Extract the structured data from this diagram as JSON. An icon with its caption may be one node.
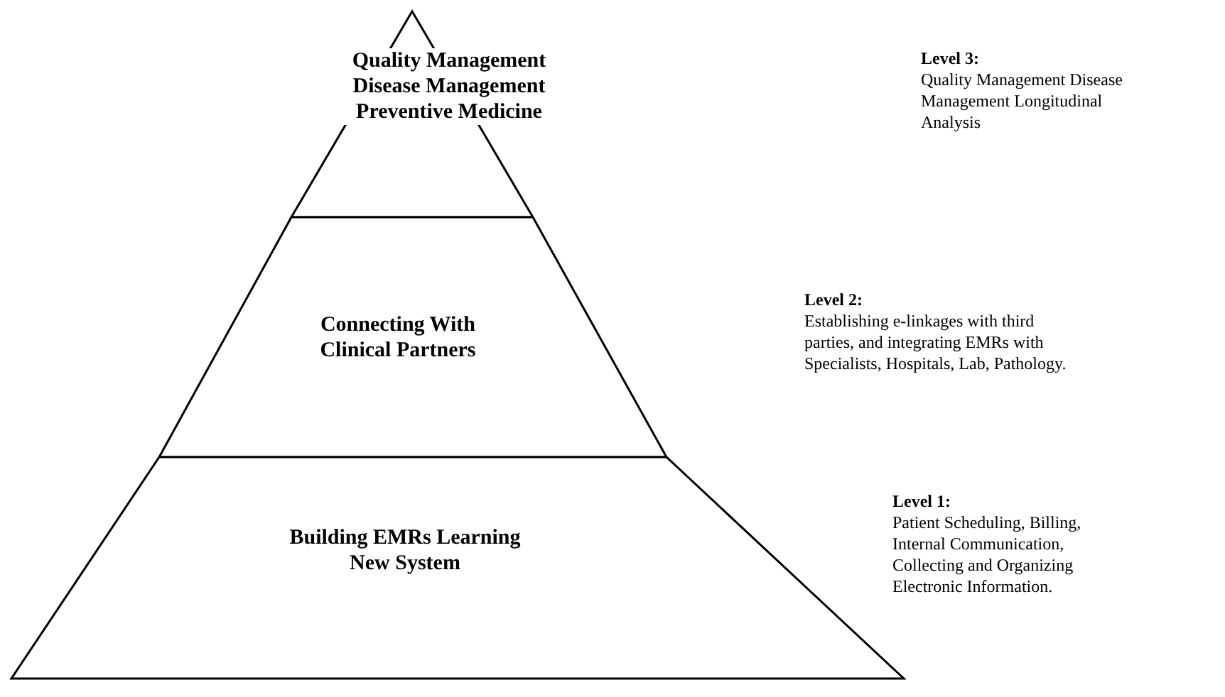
{
  "diagram": {
    "nodes": [
      {
        "text": [
          "Quality Management Disease Management Preventive Medicine"
        ],
        "beside": [
          "Level 3:",
          "Quality Management Disease Management Longitudinal Analysis"
        ]
      },
      {
        "text": [
          "Connecting With Clinical Partners"
        ],
        "beside": [
          "Level 2:",
          "Establishing e-linkages with third parties, and integrating EMRs with Specialists, Hospitals, Lab, Pathology."
        ]
      },
      {
        "text": [
          "Building EMRs Learning New System"
        ],
        "beside": [
          "Level 1:",
          "Patient Scheduling, Billing, Internal Communication, Collecting and Organizing Electronic Information."
        ]
      }
    ],
    "edges": []
  }
}
